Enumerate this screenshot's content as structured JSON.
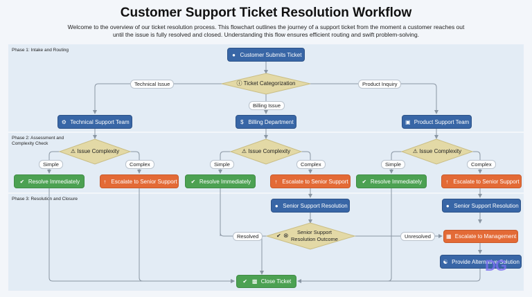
{
  "title": "Customer Support Ticket Resolution Workflow",
  "intro": "Welcome to the overview of our ticket resolution process. This flowchart outlines the journey of a support ticket from the moment a customer reaches out until the issue is fully resolved and closed. Understanding this flow ensures efficient routing and swift problem-solving.",
  "phases": {
    "p1": "Phase 1: Intake and Routing",
    "p2": "Phase 2: Assessment and Complexity Check",
    "p3": "Phase 3: Resolution and Closure"
  },
  "nodes": {
    "submit": "Customer Submits Ticket",
    "categorize": "Ticket Categorization",
    "tech_team": "Technical Support Team",
    "billing_dept": "Billing Department",
    "product_team": "Product Support Team",
    "complexity": "Issue Complexity",
    "resolve": "Resolve Immediately",
    "escalate_senior": "Escalate to Senior Support",
    "senior_resolution": "Senior Support Resolution",
    "outcome": "Senior Support\nResolution Outcome",
    "escalate_mgmt": "Escalate to Management",
    "alt_solution": "Provide Alternative Solution",
    "close": "Close Ticket"
  },
  "edges": {
    "technical": "Technical Issue",
    "billing": "Billing Issue",
    "product": "Product Inquiry",
    "simple": "Simple",
    "complex": "Complex",
    "resolved": "Resolved",
    "unresolved": "Unresolved"
  },
  "colors": {
    "process": "#3866a6",
    "success": "#4ca152",
    "escalation": "#e36a36",
    "decision": "#e3d9a6"
  },
  "icons": {
    "submit": "user-icon",
    "categorize": "question-icon",
    "tech_team": "gear-icon",
    "billing_dept": "dollar-icon",
    "product_team": "box-icon",
    "complexity": "warning-icon",
    "resolve": "check-icon",
    "escalate_senior": "arrow-up-icon",
    "senior_resolution": "user-tie-icon",
    "escalate_mgmt": "building-icon",
    "alt_solution": "handshake-icon",
    "close": "check-folder-icon"
  },
  "watermark": "DG"
}
